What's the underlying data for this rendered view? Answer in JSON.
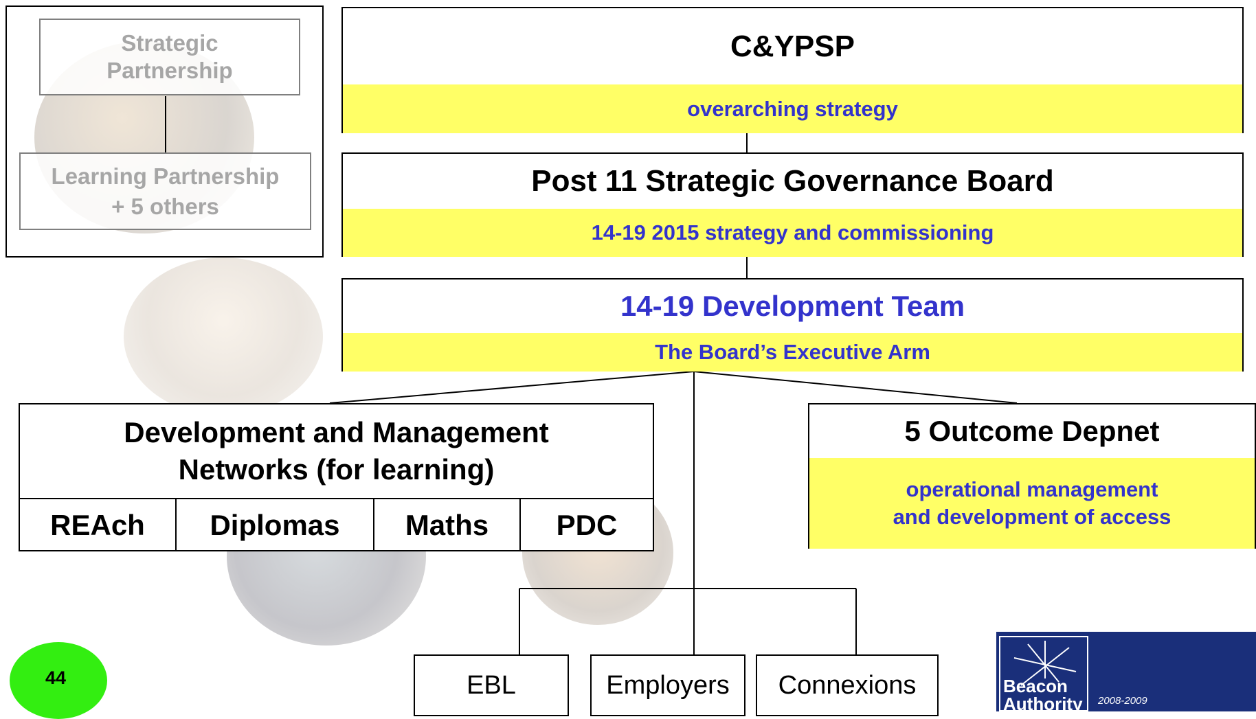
{
  "partners": {
    "top": "Strategic Partnership",
    "bottom_line1": "Learning Partnership",
    "bottom_line2": "+ 5 others"
  },
  "cypsp": {
    "title": "C&YPSP",
    "subtitle": "overarching strategy"
  },
  "board": {
    "title": "Post 11 Strategic Governance Board",
    "subtitle": "14-19 2015 strategy and commissioning"
  },
  "team": {
    "title": "14-19 Development Team",
    "subtitle": "The Board’s Executive Arm"
  },
  "dev_networks": {
    "title_line1": "Development and Management",
    "title_line2": "Networks (for learning)",
    "cells": [
      "REAch",
      "Diplomas",
      "Maths",
      "PDC"
    ]
  },
  "outcome": {
    "title": "5 Outcome Depnet",
    "subtitle_line1": "operational management",
    "subtitle_line2": "and development of access"
  },
  "bottom_boxes": [
    "EBL",
    "Employers",
    "Connexions"
  ],
  "page_number": "44",
  "beacon_logo": {
    "line1": "Beacon",
    "line2": "Authority",
    "year": "2008-2009"
  },
  "colors": {
    "highlight": "#ffff66",
    "accent_text": "#3333cc",
    "page_badge": "#33ee11",
    "logo_bg": "#1a2f7a"
  }
}
